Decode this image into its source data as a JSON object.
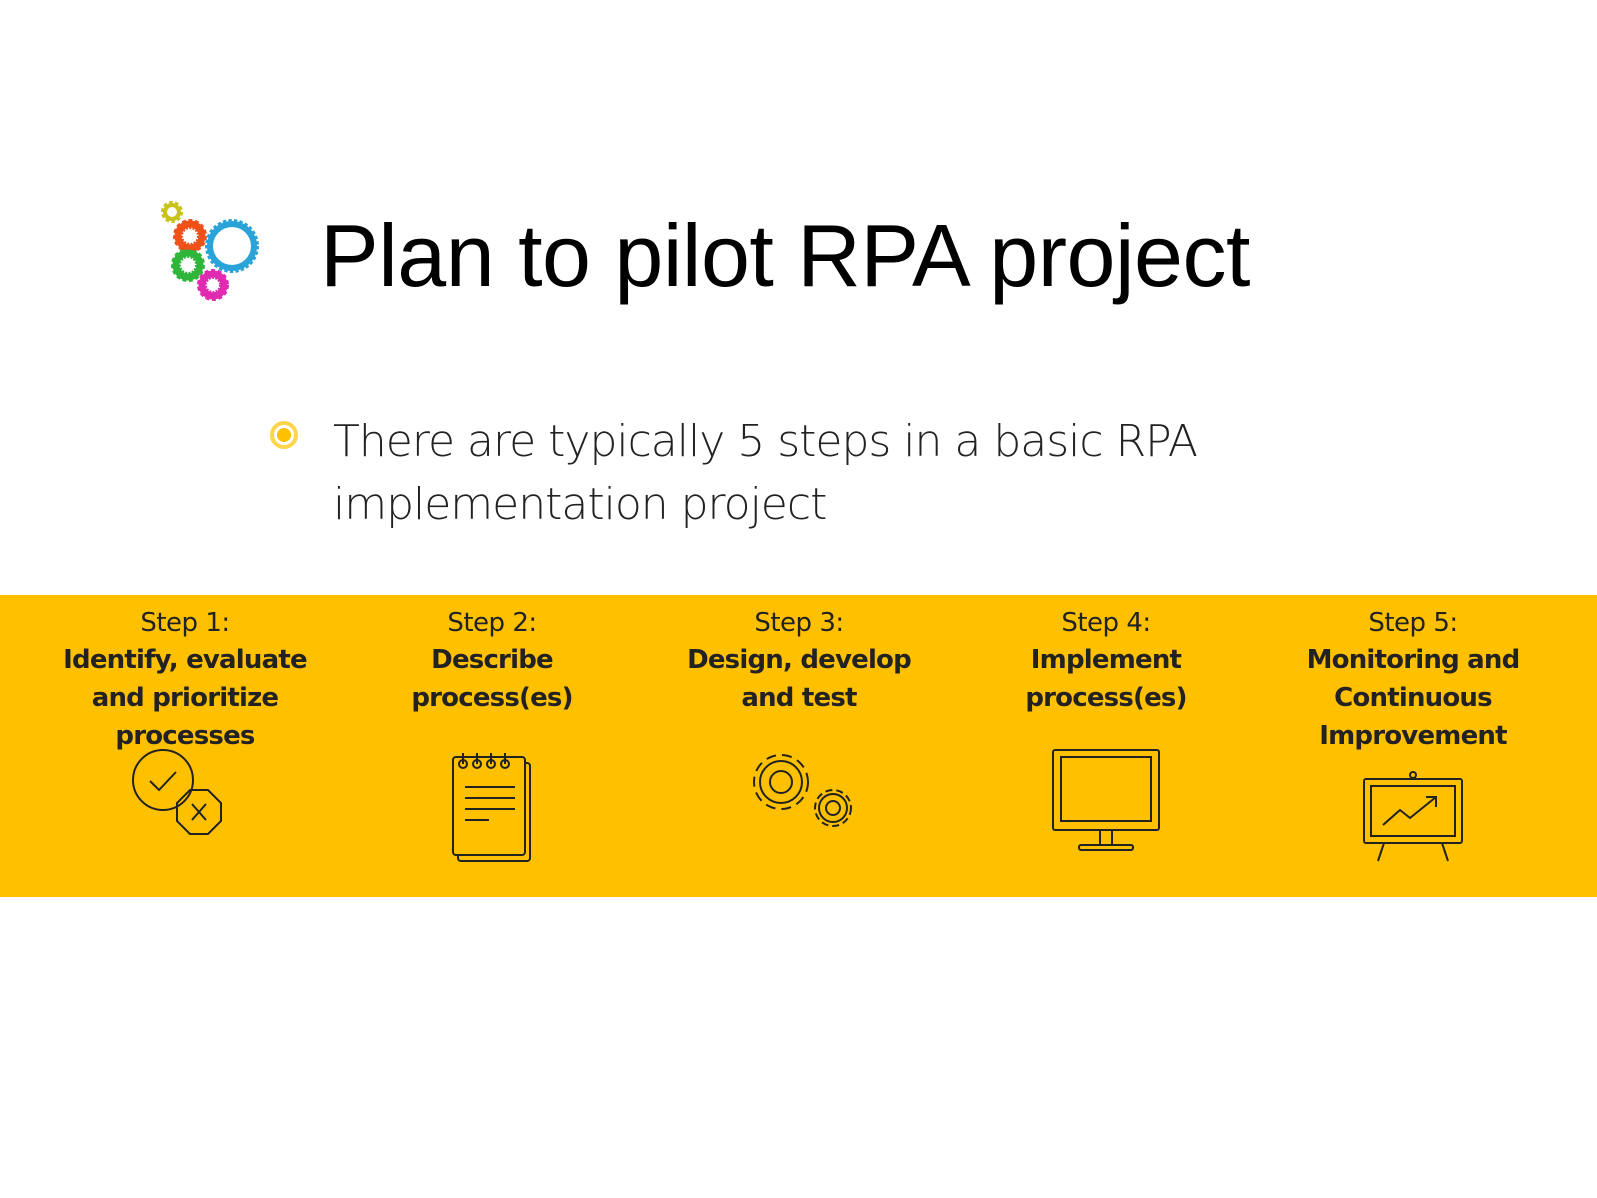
{
  "slide": {
    "title": "Plan to pilot RPA project",
    "bullet": "There are typically 5 steps in a basic RPA implementation project",
    "colors": {
      "band": "#FFC000",
      "bullet": "#FFC000",
      "text": "#222222"
    },
    "steps": [
      {
        "num": "Step 1:",
        "name": "Identify, evaluate and prioritize processes",
        "icon": "check-and-cross-icon"
      },
      {
        "num": "Step 2:",
        "name": "Describe process(es)",
        "icon": "notepad-icon"
      },
      {
        "num": "Step 3:",
        "name": "Design, develop and test",
        "icon": "gears-icon"
      },
      {
        "num": "Step 4:",
        "name": "Implement process(es)",
        "icon": "monitor-icon"
      },
      {
        "num": "Step 5:",
        "name": "Monitoring and Continuous Improvement",
        "icon": "presentation-chart-icon"
      }
    ]
  }
}
